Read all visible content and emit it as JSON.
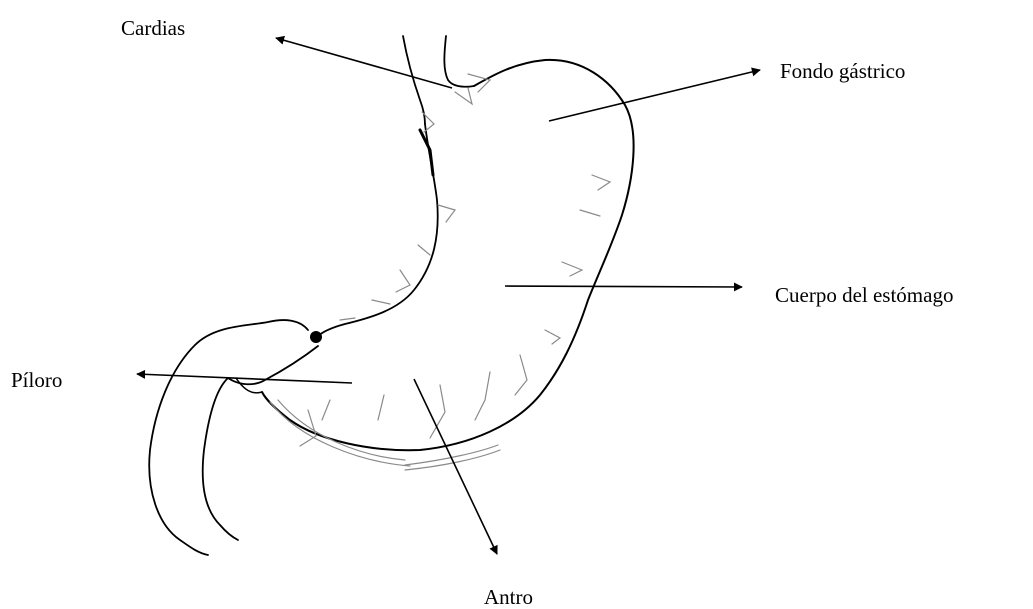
{
  "labels": {
    "cardias": "Cardias",
    "fondo": "Fondo gástrico",
    "cuerpo": "Cuerpo del estómago",
    "piloro": "Píloro",
    "antro": "Antro"
  },
  "colors": {
    "outline": "#000000",
    "vessels": "#888888",
    "background": "#ffffff"
  }
}
